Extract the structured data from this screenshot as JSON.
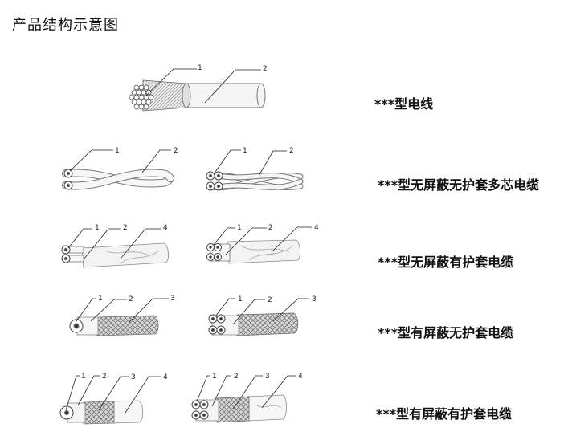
{
  "page": {
    "title": "产品结构示意图"
  },
  "rows": [
    {
      "label": "***型电线",
      "callouts": [
        "1",
        "2"
      ]
    },
    {
      "label": "***型无屏蔽无护套多芯电缆",
      "callouts": [
        "1",
        "2"
      ]
    },
    {
      "label": "***型无屏蔽有护套电缆",
      "callouts": [
        "1",
        "2",
        "4"
      ]
    },
    {
      "label": "***型有屏蔽无护套电缆",
      "callouts": [
        "1",
        "2",
        "3"
      ]
    },
    {
      "label": "***型有屏蔽有护套电缆",
      "callouts": [
        "1",
        "2",
        "3",
        "4"
      ]
    }
  ]
}
